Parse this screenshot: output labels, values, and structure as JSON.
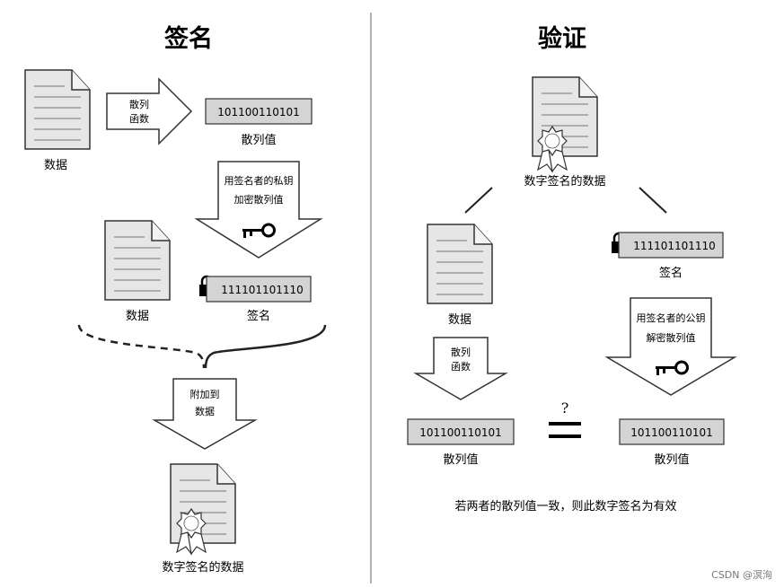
{
  "sign": {
    "title": "签名",
    "doc_label": "数据",
    "hash_fn": [
      "散列",
      "函数"
    ],
    "hash_value": "101100110101",
    "hash_label": "散列值",
    "encrypt": [
      "用签名者的私钥",
      "加密散列值"
    ],
    "doc2_label": "数据",
    "signature_value": "111101101110",
    "signature_label": "签名",
    "attach": [
      "附加到",
      "数据"
    ],
    "signed_label": "数字签名的数据"
  },
  "verify": {
    "title": "验证",
    "signed_label": "数字签名的数据",
    "doc_label": "数据",
    "signature_value": "111101101110",
    "signature_label": "签名",
    "hash_fn": [
      "散列",
      "函数"
    ],
    "decrypt": [
      "用签名者的公钥",
      "解密散列值"
    ],
    "hash_left": "101100110101",
    "hash_left_label": "散列值",
    "question": "?",
    "hash_right": "101100110101",
    "hash_right_label": "散列值",
    "conclusion": "若两者的散列值一致，则此数字签名为有效"
  },
  "watermark": "CSDN @溟洵",
  "colors": {
    "paper": "#e6e6e6",
    "value_box": "#d4d4d4",
    "ink": "#222222"
  }
}
